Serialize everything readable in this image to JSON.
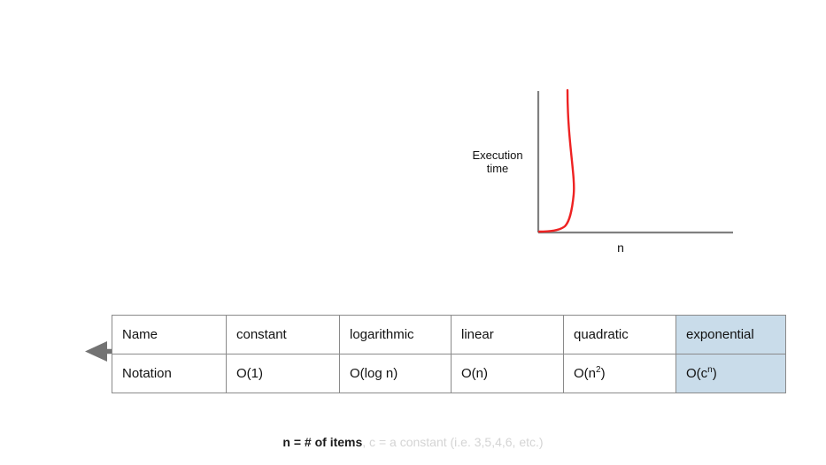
{
  "chart_data": {
    "type": "line",
    "title": "",
    "xlabel": "n",
    "ylabel": "Execution\ntime",
    "series": [
      {
        "name": "exponential",
        "color": "#ee2222",
        "x": [
          0.0,
          0.04,
          0.08,
          0.12,
          0.16,
          0.2,
          0.24,
          0.26,
          0.28,
          0.29,
          0.3,
          0.305,
          0.31
        ],
        "y": [
          0.0,
          0.005,
          0.012,
          0.025,
          0.05,
          0.1,
          0.22,
          0.34,
          0.52,
          0.66,
          0.82,
          0.92,
          1.0
        ]
      }
    ],
    "xlim": [
      0,
      1
    ],
    "ylim": [
      0,
      1
    ],
    "grid": false,
    "legend": false,
    "axis_color": "#808080"
  },
  "chart": {
    "y_axis_label": "Execution\ntime",
    "x_axis_label": "n"
  },
  "arrow": {
    "name": "growth-direction-arrow",
    "direction": "double",
    "color": "#737373"
  },
  "table": {
    "highlight_color": "#c9dcea",
    "highlighted_column": 5,
    "rows": [
      {
        "label": "Name",
        "cells": [
          "constant",
          "logarithmic",
          "linear",
          "quadratic",
          "exponential"
        ]
      },
      {
        "label": "Notation",
        "cells": [
          "O(1)",
          "O(log n)",
          "O(n)",
          "O(n²)",
          "O(cⁿ)"
        ]
      }
    ],
    "notation_parts": {
      "constant": {
        "base": "O(1)",
        "sup": ""
      },
      "logarithmic": {
        "base": "O(log n)",
        "sup": ""
      },
      "linear": {
        "base": "O(n)",
        "sup": ""
      },
      "quadratic": {
        "base": "O(n",
        "sup": "2",
        "tail": ")"
      },
      "exponential": {
        "base": "O(c",
        "sup": "n",
        "tail": ")"
      }
    }
  },
  "caption": {
    "primary": "n = # of items",
    "secondary": ", c = a constant (i.e. 3,5,4,6, etc.)"
  }
}
